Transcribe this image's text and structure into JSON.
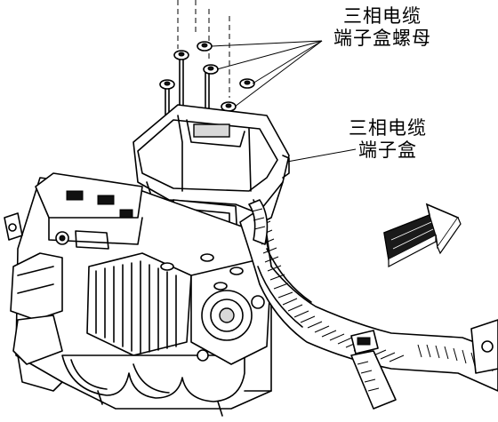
{
  "callouts": {
    "nuts": {
      "line1": "三相电缆",
      "line2": "端子盒螺母"
    },
    "box": {
      "line1": "三相电缆",
      "line2": "端子盒"
    }
  },
  "icons": {
    "direction": "arrow-right-icon"
  }
}
